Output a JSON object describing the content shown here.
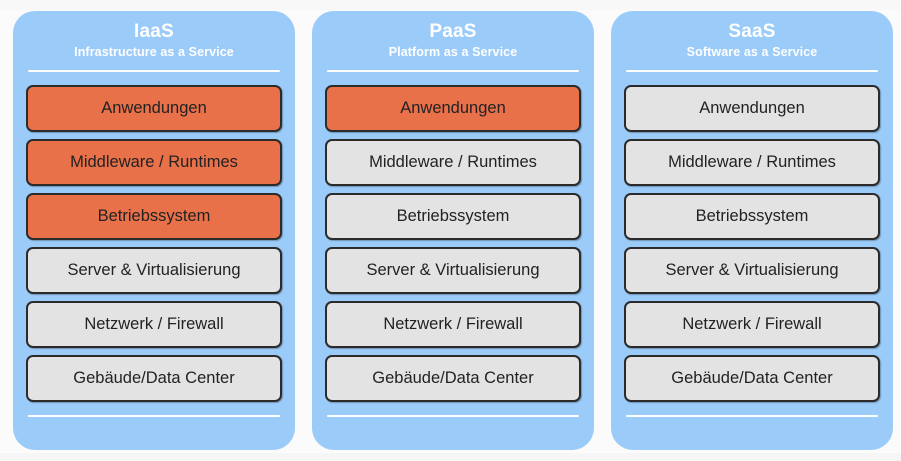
{
  "diagram": {
    "background_color": "#fbfbfb",
    "card_color": "#9bcbf9",
    "managed_color": "#e8714a",
    "self_color": "#e3e3e3",
    "border_color": "#2b2b2b",
    "layer_names": [
      "Anwendungen",
      "Middleware / Runtimes",
      "Betriebssystem",
      "Server & Virtualisierung",
      "Netzwerk / Firewall",
      "Gebäude/Data Center"
    ],
    "columns": [
      {
        "title": "IaaS",
        "subtitle": "Infrastructure as a Service",
        "layers": [
          {
            "label": "Anwendungen",
            "state": "managed"
          },
          {
            "label": "Middleware / Runtimes",
            "state": "managed"
          },
          {
            "label": "Betriebssystem",
            "state": "managed"
          },
          {
            "label": "Server & Virtualisierung",
            "state": "self"
          },
          {
            "label": "Netzwerk / Firewall",
            "state": "self"
          },
          {
            "label": "Gebäude/Data Center",
            "state": "self"
          }
        ]
      },
      {
        "title": "PaaS",
        "subtitle": "Platform as a Service",
        "layers": [
          {
            "label": "Anwendungen",
            "state": "managed"
          },
          {
            "label": "Middleware / Runtimes",
            "state": "self"
          },
          {
            "label": "Betriebssystem",
            "state": "self"
          },
          {
            "label": "Server & Virtualisierung",
            "state": "self"
          },
          {
            "label": "Netzwerk / Firewall",
            "state": "self"
          },
          {
            "label": "Gebäude/Data Center",
            "state": "self"
          }
        ]
      },
      {
        "title": "SaaS",
        "subtitle": "Software as a Service",
        "layers": [
          {
            "label": "Anwendungen",
            "state": "self"
          },
          {
            "label": "Middleware / Runtimes",
            "state": "self"
          },
          {
            "label": "Betriebssystem",
            "state": "self"
          },
          {
            "label": "Server & Virtualisierung",
            "state": "self"
          },
          {
            "label": "Netzwerk / Firewall",
            "state": "self"
          },
          {
            "label": "Gebäude/Data Center",
            "state": "self"
          }
        ]
      }
    ]
  }
}
